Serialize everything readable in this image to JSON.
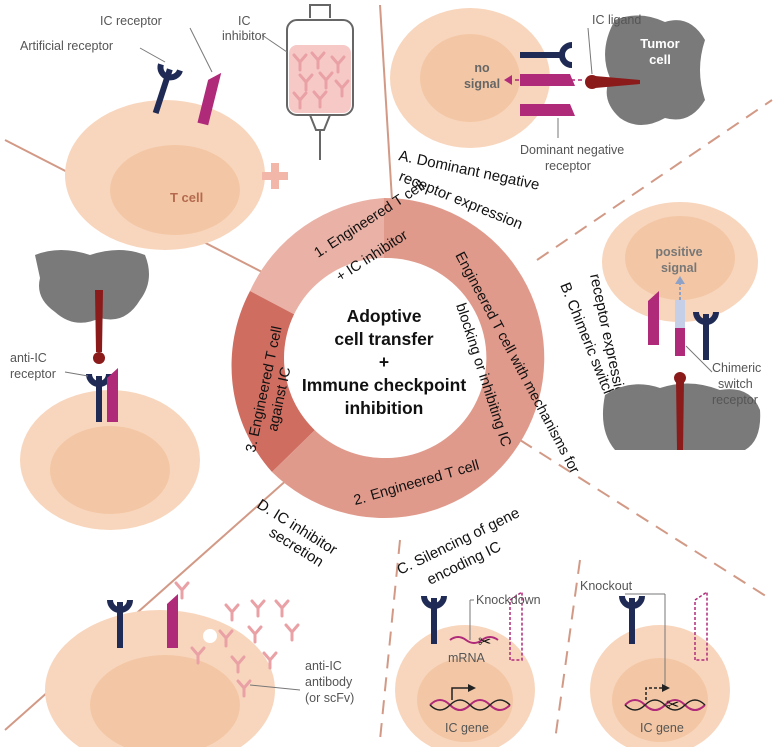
{
  "center": {
    "line1": "Adoptive",
    "line2": "cell transfer",
    "line3": "+",
    "line4": "Immune checkpoint",
    "line5": "inhibition"
  },
  "ring": {
    "seg1_line1": "1. Engineered T cell",
    "seg1_line2": "+ IC inhibitor",
    "seg2_line1": "Engineered T cell with mechanisms for",
    "seg2_line2": "blocking or inhibiting IC",
    "seg2_num": "2.",
    "seg3_line1": "3. Engineered T cell",
    "seg3_line2": "against IC"
  },
  "strategies": {
    "a_line1": "A. Dominant negative",
    "a_line2": "receptor expression",
    "b_line1": "B. Chimeric switch",
    "b_line2": "receptor expression",
    "c_line1": "C. Silencing of gene",
    "c_line2": "encoding IC",
    "d_line1": "D. IC inhibitor",
    "d_line2": "secretion"
  },
  "labels": {
    "ic_receptor": "IC receptor",
    "artificial_receptor": "Artificial receptor",
    "ic_inhibitor_1": "IC",
    "ic_inhibitor_2": "inhibitor",
    "t_cell": "T cell",
    "ic_ligand": "IC ligand",
    "tumor_1": "Tumor",
    "tumor_2": "cell",
    "no_signal_1": "no",
    "no_signal_2": "signal",
    "dominant_negative_1": "Dominant negative",
    "dominant_negative_2": "receptor",
    "positive_signal_1": "positive",
    "positive_signal_2": "signal",
    "chimeric_1": "Chimeric",
    "chimeric_2": "switch",
    "chimeric_3": "receptor",
    "anti_ic_receptor_1": "anti-IC",
    "anti_ic_receptor_2": "receptor",
    "knockdown": "Knockdown",
    "mrna": "mRNA",
    "ic_gene_1": "IC gene",
    "knockout": "Knockout",
    "ic_gene_2": "IC gene",
    "anti_ic_antibody_1": "anti-IC",
    "anti_ic_antibody_2": "antibody",
    "anti_ic_antibody_3": "(or scFv)"
  },
  "colors": {
    "cell_outer": "#f8d6bd",
    "cell_inner": "#f3c7a5",
    "tumor": "#7a7a7a",
    "receptor_navy": "#1f2a55",
    "receptor_magenta": "#b02a7a",
    "ligand_red": "#8b1a1a",
    "ring_light": "#eab2a6",
    "ring_mid": "#e09a8c",
    "ring_dark": "#cf6d60",
    "divider": "#d29a86",
    "antibody": "#e9a1a6"
  }
}
